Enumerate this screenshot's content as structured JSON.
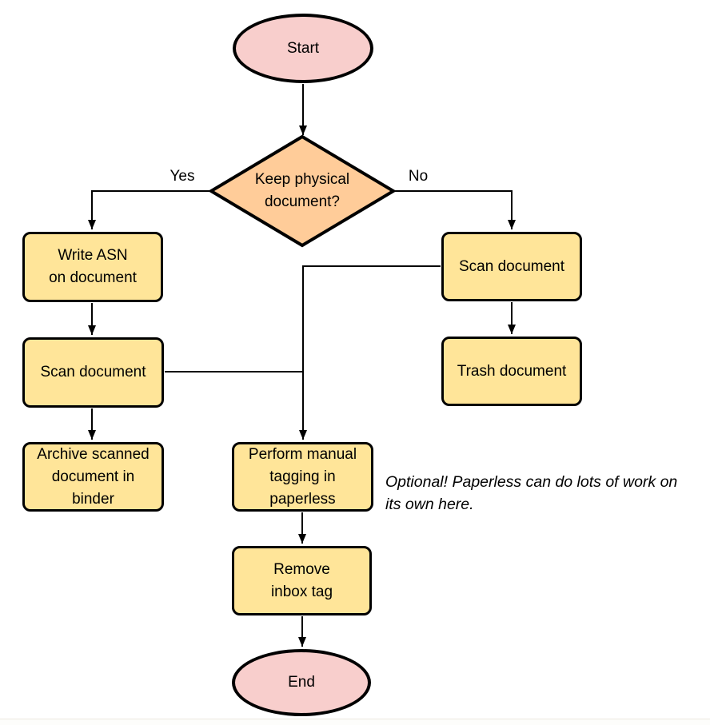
{
  "diagram": {
    "background": "#ffffff",
    "colors": {
      "terminal_fill": "#F8CECC",
      "process_fill": "#FFE599",
      "decision_fill": "#FFCC99",
      "stroke": "#000000"
    },
    "nodes": {
      "start": {
        "type": "terminal",
        "label": "Start"
      },
      "decision": {
        "type": "decision",
        "label": "Keep physical\ndocument?"
      },
      "write_asn": {
        "type": "process",
        "label": "Write ASN\non document"
      },
      "scan_left": {
        "type": "process",
        "label": "Scan document"
      },
      "archive": {
        "type": "process",
        "label": "Archive scanned\ndocument in\nbinder"
      },
      "scan_right": {
        "type": "process",
        "label": "Scan document"
      },
      "trash": {
        "type": "process",
        "label": "Trash document"
      },
      "tagging": {
        "type": "process",
        "label": "Perform manual\ntagging in\npaperless"
      },
      "remove_inbox": {
        "type": "process",
        "label": "Remove\ninbox tag"
      },
      "end": {
        "type": "terminal",
        "label": "End"
      }
    },
    "edge_labels": {
      "yes": "Yes",
      "no": "No"
    },
    "note": {
      "text": "Optional! Paperless can do lots of work on\nits own here."
    }
  }
}
